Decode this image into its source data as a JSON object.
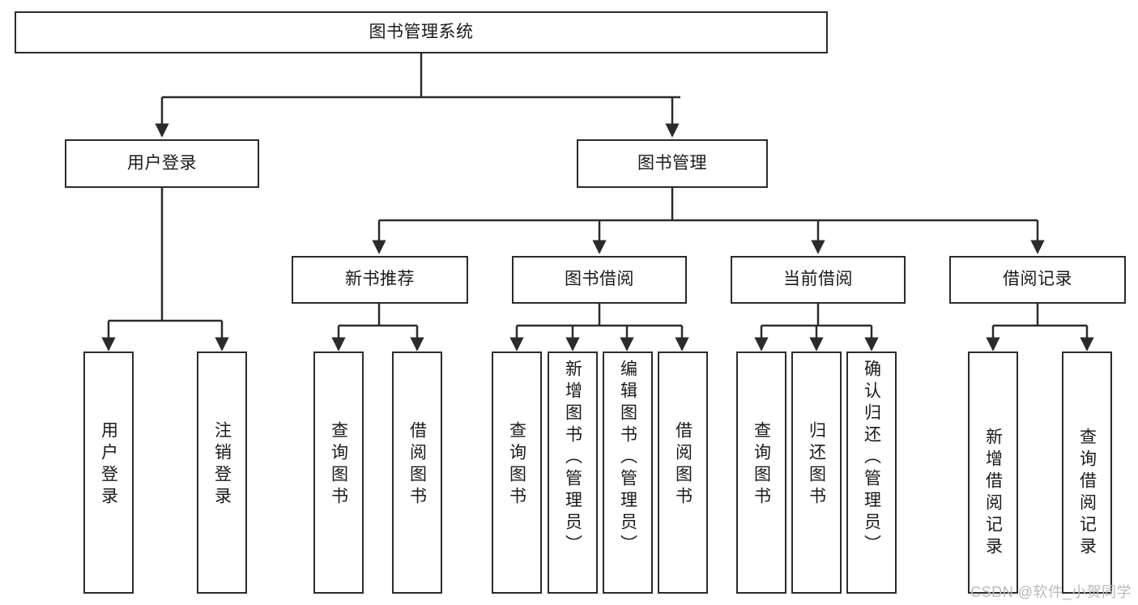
{
  "diagram": {
    "title": "图书管理系统",
    "type": "hierarchy-tree",
    "watermark": "CSDN @软件_小贺同学",
    "colors": {
      "border": "#2b2b2b",
      "background": "#ffffff",
      "text": "#1a1a1a",
      "connector": "#2b2b2b",
      "watermark": "#b9b9b9"
    },
    "nodes": {
      "root": {
        "label": "图书管理系统"
      },
      "level2": [
        {
          "label": "用户登录"
        },
        {
          "label": "图书管理"
        }
      ],
      "level3": [
        {
          "label": "新书推荐"
        },
        {
          "label": "图书借阅"
        },
        {
          "label": "当前借阅"
        },
        {
          "label": "借阅记录"
        }
      ],
      "leaves_user_login": [
        {
          "label": "用户登录"
        },
        {
          "label": "注销登录"
        }
      ],
      "leaves_new_book": [
        {
          "label": "查询图书"
        },
        {
          "label": "借阅图书"
        }
      ],
      "leaves_borrow": [
        {
          "label": "查询图书"
        },
        {
          "label": "新增图书（管理员）"
        },
        {
          "label": "编辑图书（管理员）"
        },
        {
          "label": "借阅图书"
        }
      ],
      "leaves_current": [
        {
          "label": "查询图书"
        },
        {
          "label": "归还图书"
        },
        {
          "label": "确认归还（管理员）"
        }
      ],
      "leaves_record": [
        {
          "label": "新增借阅记录"
        },
        {
          "label": "查询借阅记录"
        }
      ]
    }
  }
}
